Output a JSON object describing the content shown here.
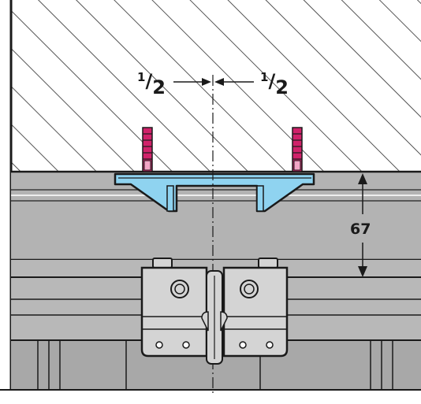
{
  "diagram": {
    "kind": "technical-drawing",
    "labels": {
      "half_left": {
        "numerator": "1",
        "slash": "/",
        "denominator": "2"
      },
      "half_right": {
        "numerator": "1",
        "slash": "/",
        "denominator": "2"
      },
      "height_dimension": "67"
    },
    "colors": {
      "wall_hatch": "#2a2a2a",
      "wall_bg": "#ffffff",
      "rail": "#b3b3b3",
      "rail_dark": "#9a9a9a",
      "mounting_plate": "#8fd3f0",
      "dowel": "#d0226a",
      "hanger": "#d4d4d4",
      "outline": "#1a1a1a"
    }
  }
}
